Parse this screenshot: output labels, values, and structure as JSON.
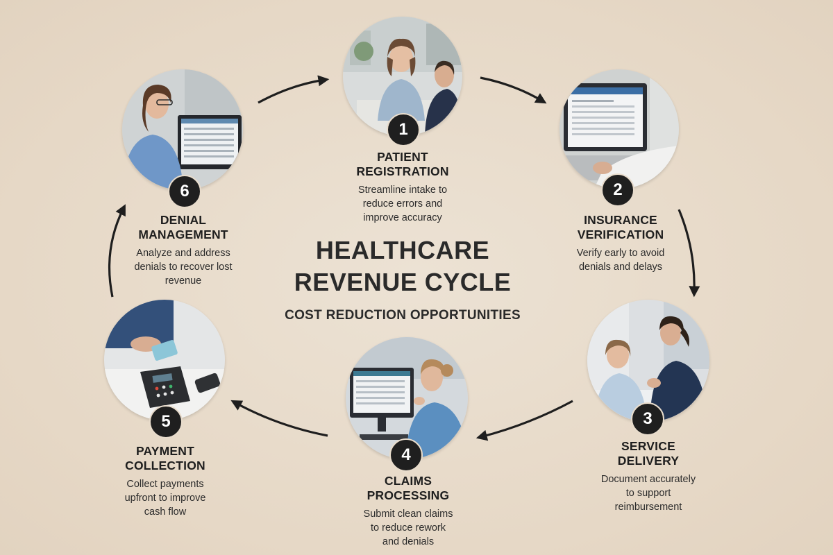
{
  "title_line1": "HEALTHCARE",
  "title_line2": "REVENUE CYCLE",
  "subtitle": "COST REDUCTION OPPORTUNITIES",
  "colors": {
    "background": "#e8dccc",
    "badge": "#1f1f1f",
    "text": "#1e1e1e",
    "arrow": "#1e1e1e"
  },
  "steps": [
    {
      "number": "1",
      "name_line1": "PATIENT",
      "name_line2": "REGISTRATION",
      "desc_line1": "Streamline intake to",
      "desc_line2": "reduce errors and",
      "desc_line3": "improve accuracy",
      "photo": "registration-desk-photo"
    },
    {
      "number": "2",
      "name_line1": "INSURANCE",
      "name_line2": "VERIFICATION",
      "desc_line1": "Verify early to avoid",
      "desc_line2": "denials and delays",
      "photo": "laptop-verification-photo"
    },
    {
      "number": "3",
      "name_line1": "SERVICE",
      "name_line2": "DELIVERY",
      "desc_line1": "Document accurately",
      "desc_line2": "to support",
      "desc_line3": "reimbursement",
      "photo": "nurse-patient-photo"
    },
    {
      "number": "4",
      "name_line1": "CLAIMS",
      "name_line2": "PROCESSING",
      "desc_line1": "Submit clean claims",
      "desc_line2": "to reduce rework",
      "desc_line3": "and denials",
      "photo": "claims-computer-photo"
    },
    {
      "number": "5",
      "name_line1": "PAYMENT",
      "name_line2": "COLLECTION",
      "desc_line1": "Collect payments",
      "desc_line2": "upfront to improve",
      "desc_line3": "cash flow",
      "photo": "card-terminal-photo"
    },
    {
      "number": "6",
      "name_line1": "DENIAL",
      "name_line2": "MANAGEMENT",
      "desc_line1": "Analyze and address",
      "desc_line2": "denials to recover lost",
      "desc_line3": "revenue",
      "photo": "denial-analyst-photo"
    }
  ]
}
